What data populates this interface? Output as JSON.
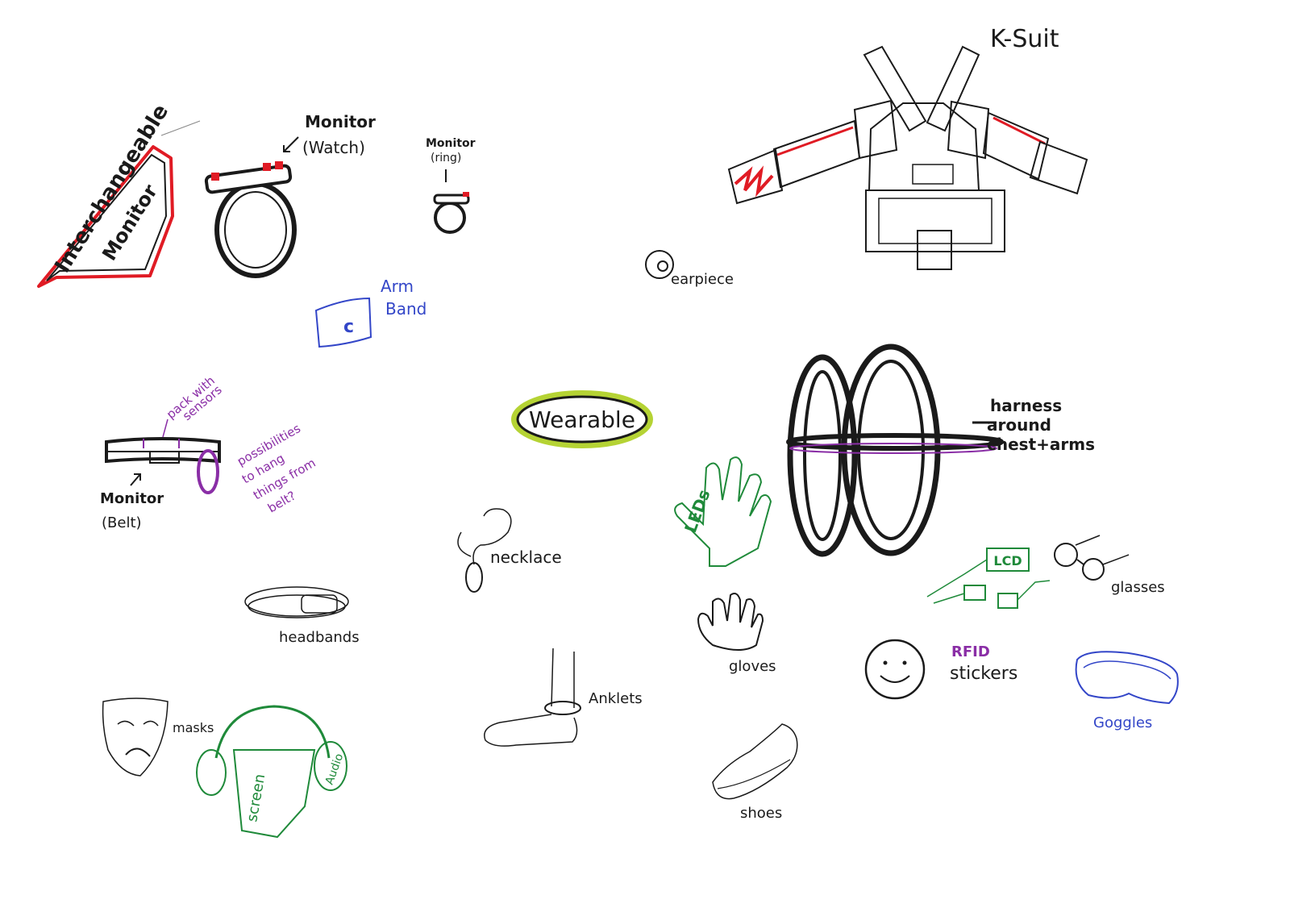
{
  "colors": {
    "ink": "#1a1a1a",
    "red": "#e01b24",
    "purple": "#8a2ea6",
    "green": "#1f8a3a",
    "blue": "#3346c8",
    "highlight": "#b5d334"
  },
  "center": {
    "label": "Wearable"
  },
  "labels": {
    "interchangeable": "Interchangeable",
    "interchangeable_2": "Monitor",
    "watch_1": "Monitor",
    "watch_2": "(Watch)",
    "ring_1": "Monitor",
    "ring_2": "(ring)",
    "arm_band_1": "Arm",
    "arm_band_2": "Band",
    "earpiece": "earpiece",
    "ksuit": "K-Suit",
    "belt_pack_1": "pack with",
    "belt_pack_2": "sensors",
    "belt_hang_1": "possibilities",
    "belt_hang_2": "to hang",
    "belt_hang_3": "things from",
    "belt_hang_4": "belt?",
    "belt_1": "Monitor",
    "belt_2": "(Belt)",
    "harness_1": "harness",
    "harness_2": "around",
    "harness_3": "chest+arms",
    "necklace": "necklace",
    "headbands": "headbands",
    "anklets": "Anklets",
    "gloves": "gloves",
    "glove_letters": "LEDs",
    "lcd": "LCD",
    "glasses": "glasses",
    "rfid_1": "RFID",
    "rfid_2": "stickers",
    "goggles": "Goggles",
    "masks": "masks",
    "shoes": "shoes",
    "screen": "screen",
    "audio": "Audio"
  }
}
